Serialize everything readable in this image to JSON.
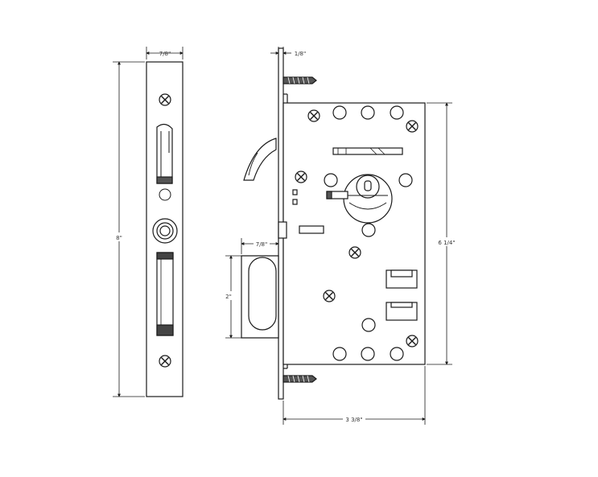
{
  "drawing": {
    "line_color": "#1a1a1a",
    "fill_light": "#ffffff",
    "fill_gray": "#d9d9d9",
    "fill_dark": "#333333"
  },
  "dimensions": {
    "faceplate_width": "7/8\"",
    "faceplate_height": "8\"",
    "side_plate_thickness": "1/8\"",
    "pull_depth": "7/8\"",
    "pull_height": "2\"",
    "case_height": "6 1/4\"",
    "case_width": "3 3/8\""
  }
}
